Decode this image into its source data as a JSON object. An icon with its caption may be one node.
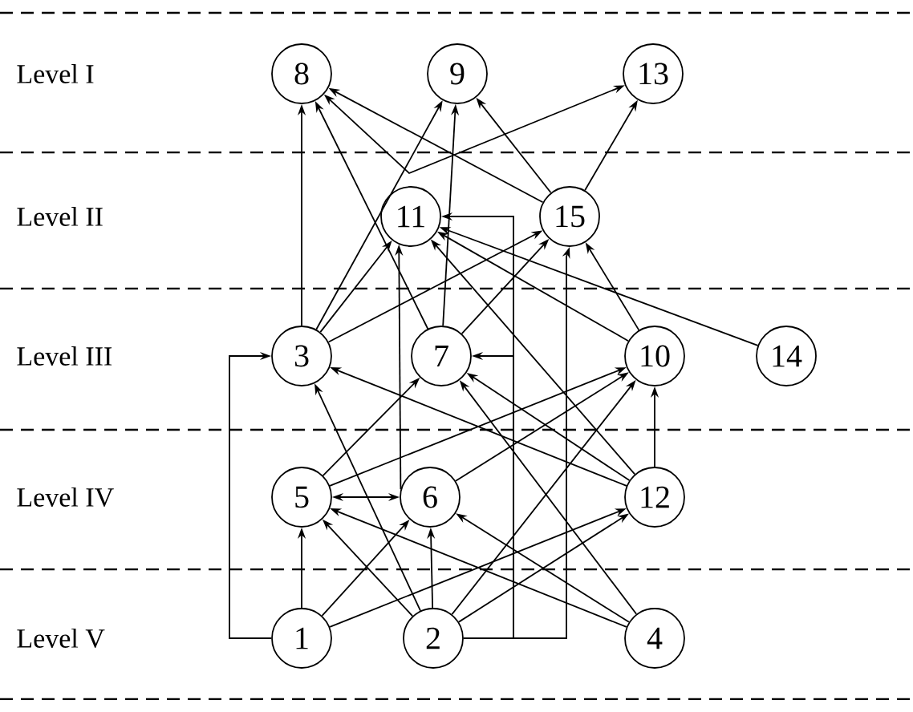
{
  "diagram": {
    "nodes": [
      {
        "text": [
          "8"
        ]
      },
      {
        "text": [
          "9"
        ]
      },
      {
        "text": [
          "13"
        ]
      },
      {
        "text": [
          "11"
        ]
      },
      {
        "text": [
          "15"
        ]
      },
      {
        "text": [
          "3"
        ]
      },
      {
        "text": [
          "7"
        ]
      },
      {
        "text": [
          "10"
        ]
      },
      {
        "text": [
          "14"
        ]
      },
      {
        "text": [
          "5"
        ]
      },
      {
        "text": [
          "6"
        ]
      },
      {
        "text": [
          "12"
        ]
      },
      {
        "text": [
          "1"
        ]
      },
      {
        "text": [
          "2"
        ]
      },
      {
        "text": [
          "4"
        ]
      }
    ],
    "edges": [
      {
        "from": 5,
        "to": 0,
        "arrow": "to"
      },
      {
        "from": 5,
        "to": 1,
        "arrow": "to"
      },
      {
        "from": 5,
        "to": 3,
        "arrow": "to"
      },
      {
        "from": 5,
        "to": 4,
        "arrow": "to"
      },
      {
        "from": 6,
        "to": 0,
        "arrow": "to"
      },
      {
        "from": 6,
        "to": 1,
        "arrow": "to"
      },
      {
        "from": 6,
        "to": 4,
        "arrow": "to"
      },
      {
        "from": 7,
        "to": 3,
        "arrow": "to"
      },
      {
        "from": 7,
        "to": 4,
        "arrow": "to"
      },
      {
        "from": 8,
        "to": 3,
        "arrow": "to"
      },
      {
        "from": 11,
        "to": 3,
        "arrow": "to"
      },
      {
        "from": 4,
        "to": 0,
        "arrow": "to"
      },
      {
        "from": 4,
        "to": 1,
        "arrow": "to"
      },
      {
        "from": 4,
        "to": 2,
        "arrow": "to"
      },
      {
        "from": 0,
        "to": 2,
        "arrow": "both"
      },
      {
        "from": 10,
        "to": 3,
        "arrow": "to"
      },
      {
        "from": 13,
        "to": 3,
        "arrow": "to"
      },
      {
        "from": 13,
        "to": 6,
        "arrow": "to"
      },
      {
        "from": 13,
        "to": 4,
        "arrow": "to"
      },
      {
        "from": 11,
        "to": 5,
        "arrow": "to"
      },
      {
        "from": 11,
        "to": 6,
        "arrow": "to"
      },
      {
        "from": 13,
        "to": 5,
        "arrow": "to"
      },
      {
        "from": 9,
        "to": 6,
        "arrow": "to"
      },
      {
        "from": 9,
        "to": 7,
        "arrow": "to"
      },
      {
        "from": 10,
        "to": 7,
        "arrow": "to"
      },
      {
        "from": 11,
        "to": 7,
        "arrow": "to"
      },
      {
        "from": 9,
        "to": 10,
        "arrow": "both"
      },
      {
        "from": 12,
        "to": 9,
        "arrow": "to"
      },
      {
        "from": 12,
        "to": 10,
        "arrow": "to"
      },
      {
        "from": 12,
        "to": 11,
        "arrow": "to"
      },
      {
        "from": 13,
        "to": 9,
        "arrow": "to"
      },
      {
        "from": 13,
        "to": 10,
        "arrow": "to"
      },
      {
        "from": 13,
        "to": 11,
        "arrow": "to"
      },
      {
        "from": 13,
        "to": 7,
        "arrow": "to"
      },
      {
        "from": 14,
        "to": 9,
        "arrow": "to"
      },
      {
        "from": 14,
        "to": 10,
        "arrow": "to"
      },
      {
        "from": 14,
        "to": 6,
        "arrow": "to"
      },
      {
        "from": 12,
        "to": 5,
        "arrow": "to"
      }
    ],
    "labels": [
      "Level I",
      "Level II",
      "Level III",
      "Level IV",
      "Level V"
    ]
  }
}
